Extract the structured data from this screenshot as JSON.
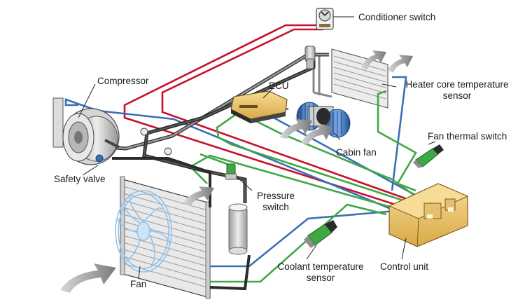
{
  "labels": {
    "conditioner_switch": "Conditioner switch",
    "compressor": "Compressor",
    "ecu": "ECU",
    "heater_core_sensor_1": "Heater core temperature",
    "heater_core_sensor_2": "sensor",
    "fan_thermal_switch": "Fan thermal switch",
    "cabin_fan": "Cabin fan",
    "safety_valve": "Safety valve",
    "pressure_switch_1": "Pressure",
    "pressure_switch_2": "switch",
    "coolant_sensor_1": "Coolant temperature",
    "coolant_sensor_2": "sensor",
    "control_unit": "Control unit",
    "fan": "Fan"
  },
  "colors": {
    "red_wire": "#c8102e",
    "blue_wire": "#3a6fb5",
    "green_wire": "#3fa845",
    "pipe": "#2b2b2b",
    "control_unit": "#f0c96e",
    "ecu": "#f0c96e",
    "cabin_fan": "#4a86d6",
    "fan_blades": "#8ec3ee",
    "airflow_arrow": "#8a8a8a"
  }
}
